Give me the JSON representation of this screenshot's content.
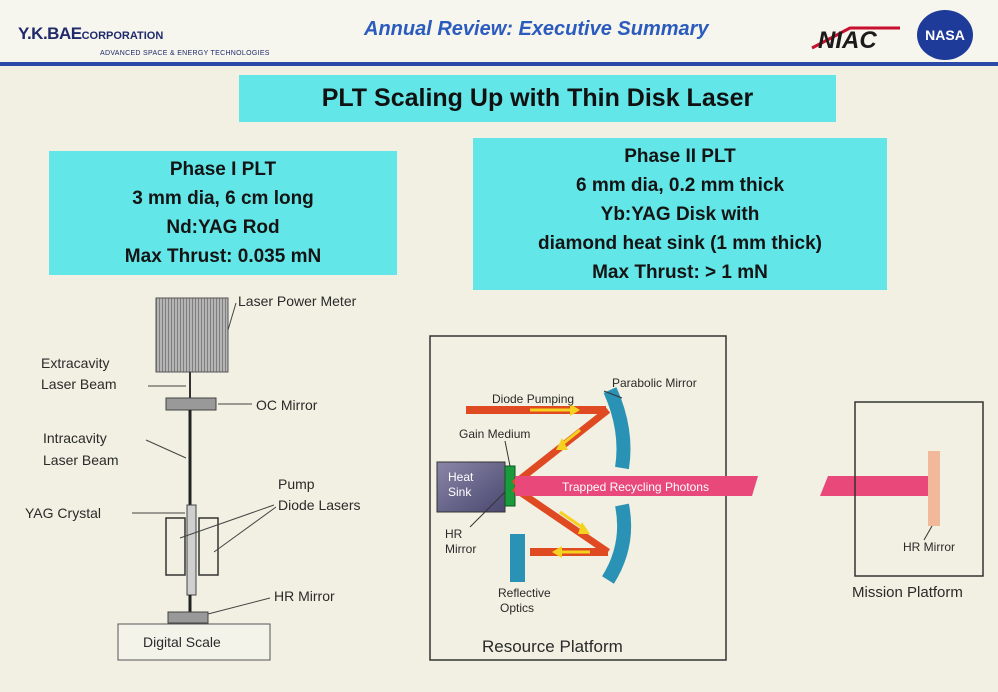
{
  "header": {
    "company_main": "Y.K.BAE",
    "company_corp": "CORPORATION",
    "company_tagline": "ADVANCED SPACE & ENERGY TECHNOLOGIES",
    "title": "Annual Review: Executive Summary",
    "niac_logo_text": "NIAC",
    "nasa_logo_text": "NASA"
  },
  "slide_title": "PLT Scaling Up with Thin Disk Laser",
  "phase1": {
    "lines": [
      "Phase I PLT",
      "3 mm dia, 6 cm long",
      "Nd:YAG Rod",
      "Max Thrust:  0.035 mN"
    ]
  },
  "phase2": {
    "lines": [
      "Phase II PLT",
      "6 mm dia, 0.2 mm thick",
      "Yb:YAG Disk with",
      "diamond heat sink (1 mm thick)",
      "Max Thrust:  > 1 mN"
    ]
  },
  "left_diagram": {
    "laser_power_meter": "Laser Power Meter",
    "extracavity_1": "Extracavity",
    "extracavity_2": "Laser Beam",
    "oc_mirror": "OC Mirror",
    "intracavity_1": "Intracavity",
    "intracavity_2": "Laser Beam",
    "yag_crystal": "YAG Crystal",
    "pump_1": "Pump",
    "pump_2": "Diode Lasers",
    "hr_mirror": "HR Mirror",
    "digital_scale": "Digital Scale"
  },
  "right_diagram": {
    "parabolic_mirror": "Parabolic Mirror",
    "diode_pumping": "Diode Pumping",
    "gain_medium": "Gain Medium",
    "heat_sink_1": "Heat",
    "heat_sink_2": "Sink",
    "trapped_photons": "Trapped Recycling Photons",
    "hr_mirror_1": "HR",
    "hr_mirror_2": "Mirror",
    "reflective_1": "Reflective",
    "reflective_2": "Optics",
    "resource_platform": "Resource Platform",
    "mission_hr_mirror": "HR Mirror",
    "mission_platform": "Mission Platform"
  },
  "colors": {
    "header_rule": "#2b4aa8",
    "box_cyan": "#62e6e8",
    "beam_pink": "#e8487a",
    "pump_red": "#e04a22",
    "arrow_yellow": "#f5d21f",
    "mirror_teal": "#2a93b5",
    "gain_green": "#1a9a3a",
    "mission_mirror": "#f2b89a"
  }
}
